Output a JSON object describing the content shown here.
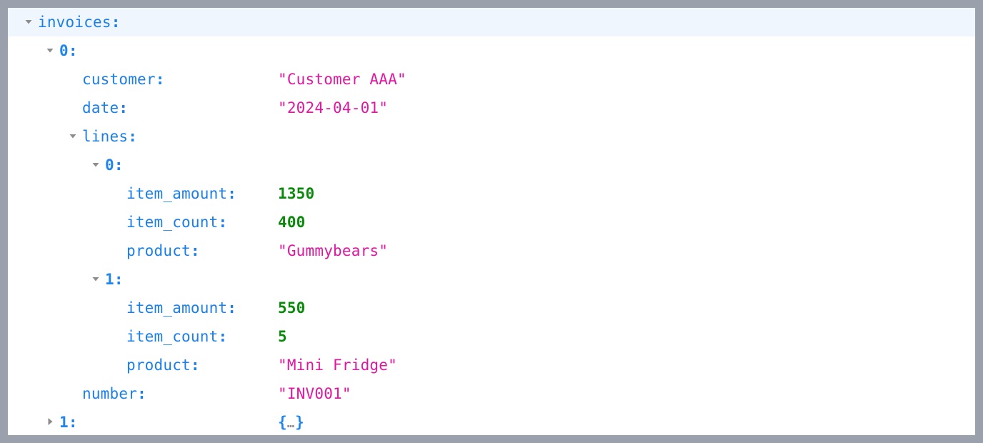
{
  "viewer": {
    "type": "json-tree-viewer",
    "colors": {
      "page_background": "#9aa1ad",
      "panel_background": "#ffffff",
      "row_highlight": "#eff6fd",
      "key": "#1a7fe8",
      "index_key": "#1f86f0",
      "string_value": "#e0179f",
      "number_value": "#0a8a0a",
      "twisty": "#8c8c8c",
      "collapsed_brace": "#1f86f0",
      "collapsed_dots": "#8c8c8c"
    },
    "icons": {
      "expanded": "triangle-down-icon",
      "collapsed": "triangle-right-icon"
    }
  },
  "rows": [
    {
      "id": "invoices",
      "depth": 0,
      "twisty": "expanded",
      "key": "invoices",
      "colon": ":",
      "key_kind": "root",
      "value": "",
      "value_kind": "none",
      "highlight": true
    },
    {
      "id": "invoices-0",
      "depth": 1,
      "twisty": "expanded",
      "key": "0",
      "colon": ":",
      "key_kind": "index",
      "value": "",
      "value_kind": "none",
      "highlight": false
    },
    {
      "id": "invoices-0-customer",
      "depth": 2,
      "twisty": "none",
      "key": "customer",
      "colon": ":",
      "key_kind": "key",
      "value": "\"Customer AAA\"",
      "value_kind": "string",
      "highlight": false
    },
    {
      "id": "invoices-0-date",
      "depth": 2,
      "twisty": "none",
      "key": "date",
      "colon": ":",
      "key_kind": "key",
      "value": "\"2024-04-01\"",
      "value_kind": "string",
      "highlight": false
    },
    {
      "id": "invoices-0-lines",
      "depth": 2,
      "twisty": "expanded",
      "key": "lines",
      "colon": ":",
      "key_kind": "key",
      "value": "",
      "value_kind": "none",
      "highlight": false
    },
    {
      "id": "invoices-0-lines-0",
      "depth": 3,
      "twisty": "expanded",
      "key": "0",
      "colon": ":",
      "key_kind": "index",
      "value": "",
      "value_kind": "none",
      "highlight": false
    },
    {
      "id": "invoices-0-lines-0-item_amount",
      "depth": 4,
      "twisty": "none",
      "key": "item_amount",
      "colon": ":",
      "key_kind": "key",
      "value": "1350",
      "value_kind": "number",
      "highlight": false
    },
    {
      "id": "invoices-0-lines-0-item_count",
      "depth": 4,
      "twisty": "none",
      "key": "item_count",
      "colon": ":",
      "key_kind": "key",
      "value": "400",
      "value_kind": "number",
      "highlight": false
    },
    {
      "id": "invoices-0-lines-0-product",
      "depth": 4,
      "twisty": "none",
      "key": "product",
      "colon": ":",
      "key_kind": "key",
      "value": "\"Gummybears\"",
      "value_kind": "string",
      "highlight": false
    },
    {
      "id": "invoices-0-lines-1",
      "depth": 3,
      "twisty": "expanded",
      "key": "1",
      "colon": ":",
      "key_kind": "index",
      "value": "",
      "value_kind": "none",
      "highlight": false
    },
    {
      "id": "invoices-0-lines-1-item_amount",
      "depth": 4,
      "twisty": "none",
      "key": "item_amount",
      "colon": ":",
      "key_kind": "key",
      "value": "550",
      "value_kind": "number",
      "highlight": false
    },
    {
      "id": "invoices-0-lines-1-item_count",
      "depth": 4,
      "twisty": "none",
      "key": "item_count",
      "colon": ":",
      "key_kind": "key",
      "value": "5",
      "value_kind": "number",
      "highlight": false
    },
    {
      "id": "invoices-0-lines-1-product",
      "depth": 4,
      "twisty": "none",
      "key": "product",
      "colon": ":",
      "key_kind": "key",
      "value": "\"Mini Fridge\"",
      "value_kind": "string",
      "highlight": false
    },
    {
      "id": "invoices-0-number",
      "depth": 2,
      "twisty": "none",
      "key": "number",
      "colon": ":",
      "key_kind": "key",
      "value": "\"INV001\"",
      "value_kind": "string",
      "highlight": false
    },
    {
      "id": "invoices-1",
      "depth": 1,
      "twisty": "collapsed",
      "key": "1",
      "colon": ":",
      "key_kind": "index",
      "value": "{…}",
      "value_kind": "collapsed-obj",
      "highlight": false
    }
  ]
}
